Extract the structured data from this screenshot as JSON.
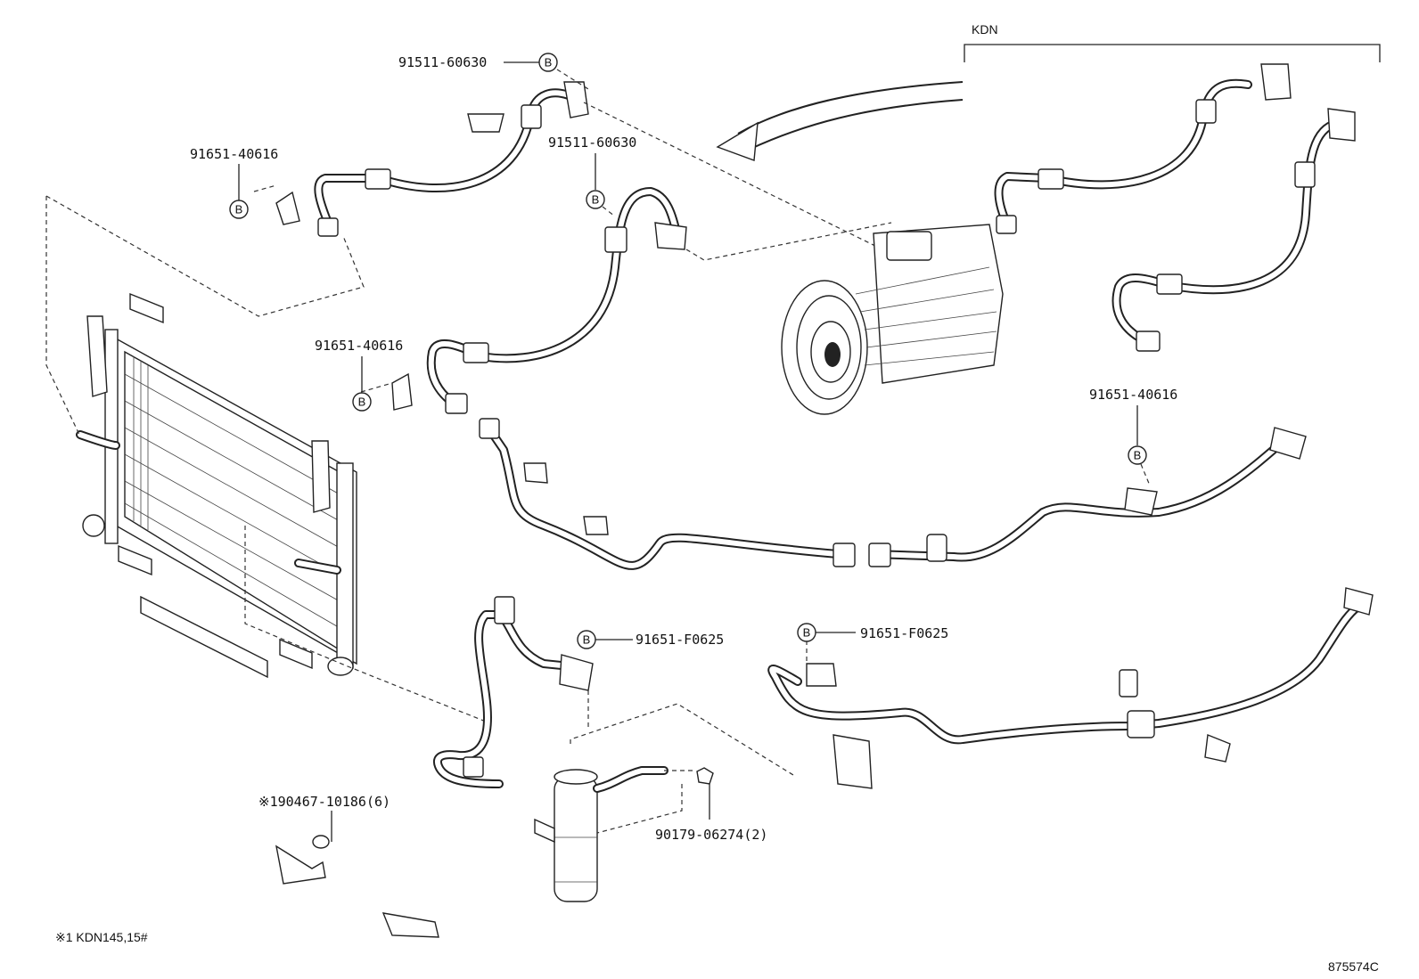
{
  "callouts": {
    "c1": "91511-60630",
    "c2": "91651-40616",
    "c3": "91511-60630",
    "c4": "91651-40616",
    "c5": "91651-40616",
    "c6": "91651-F0625",
    "c7": "91651-F0625",
    "c8": "※190467-10186(6)",
    "c9": "90179-06274(2)"
  },
  "badge_letter": "B",
  "variant_label": "KDN",
  "footnote": "※1 KDN145,15#",
  "figure_code": "875574C"
}
